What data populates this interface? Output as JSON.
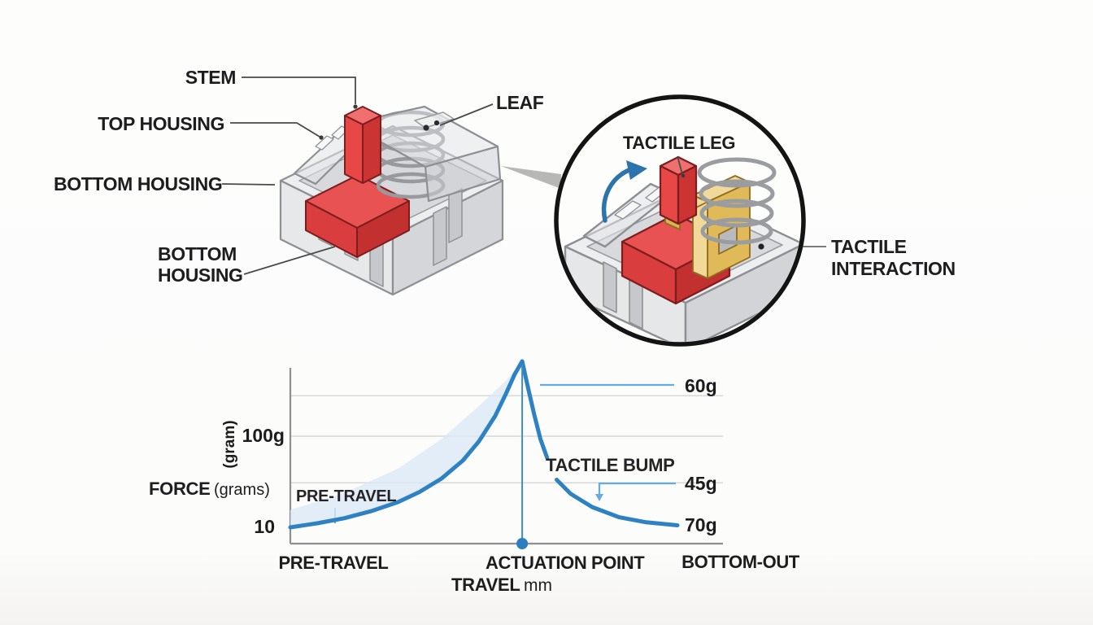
{
  "switch_diagram": {
    "labels": {
      "stem": "STEM",
      "top_housing": "TOP HOUSING",
      "bottom_housing": "BOTTOM HOUSING",
      "bottom_housing_lower": "BOTTOM HOUSING",
      "leaf": "LEAF"
    },
    "inset": {
      "tactile_leg": "TACTILE LEG",
      "tactile_interaction": "TACTILE INTERACTION"
    },
    "colors": {
      "stem_red": "#e04545",
      "stem_red_dark": "#c23030",
      "stem_red_light": "#f07070",
      "tactile_leg_gold": "#e0ba58",
      "tactile_leg_gold_light": "#f0da9b",
      "housing_gray_fill": "#e6e7e9",
      "outline_gray": "#8d8f93",
      "rotation_arrow_blue": "#2c74ab",
      "inset_ring_black": "#141414"
    }
  },
  "chart_data": {
    "type": "line",
    "title": "",
    "xlabel_bold": "TRAVEL",
    "xlabel_unit": "mm",
    "ylabel_bold": "FORCE",
    "ylabel_unit": "(grams)",
    "y_axis_side_unit": "(gram)",
    "y_tick_100": "100g",
    "y_tick_10": "10",
    "x_tick_pretravel": "PRE-TRAVEL",
    "x_tick_actuation": "ACTUATION POINT",
    "x_tick_bottomout": "BOTTOM-OUT",
    "annotation_pretravel": "PRE-TRAVEL",
    "annotation_tactile_bump": "TACTILE BUMP",
    "force_label_60": "60g",
    "force_label_45": "45g",
    "force_label_70": "70g",
    "grid": true,
    "legend": "none",
    "xlim_mm": [
      0,
      4
    ],
    "ylim_grams": [
      0,
      200
    ],
    "gridlines_g": [
      140,
      100,
      54
    ],
    "actuation_point_mm": 2.15,
    "peak_force_g": 174,
    "colors": {
      "curve": "#2e82c4",
      "band": "#dbe8f6",
      "callout": "#66abdd",
      "grid": "#d8d8d8",
      "axis": "#8f8f8f"
    },
    "series": [
      {
        "name": "force-curve-press",
        "x_mm": [
          0.0,
          0.25,
          0.5,
          0.75,
          1.0,
          1.2,
          1.4,
          1.6,
          1.75,
          1.9,
          2.0,
          2.08,
          2.15,
          2.2,
          2.26,
          2.32,
          2.38
        ],
        "force_g": [
          10,
          14,
          19,
          26,
          35,
          45,
          58,
          76,
          95,
          120,
          142,
          161,
          174,
          150,
          122,
          97,
          79
        ]
      },
      {
        "name": "force-curve-after-bump",
        "x_mm": [
          2.47,
          2.6,
          2.8,
          3.05,
          3.3,
          3.59
        ],
        "force_g": [
          57,
          43,
          30,
          20,
          15,
          12
        ]
      },
      {
        "name": "force-range-band",
        "closed": true,
        "x_mm": [
          0.0,
          0.5,
          1.0,
          1.4,
          1.75,
          2.0,
          2.15,
          2.08,
          2.0,
          1.9,
          1.75,
          1.6,
          1.4,
          1.2,
          1.0,
          0.75,
          0.5,
          0.25,
          0.0
        ],
        "force_g": [
          27,
          44,
          68,
          97,
          130,
          155,
          174,
          161,
          142,
          120,
          95,
          76,
          58,
          45,
          35,
          26,
          19,
          14,
          10
        ]
      }
    ]
  }
}
